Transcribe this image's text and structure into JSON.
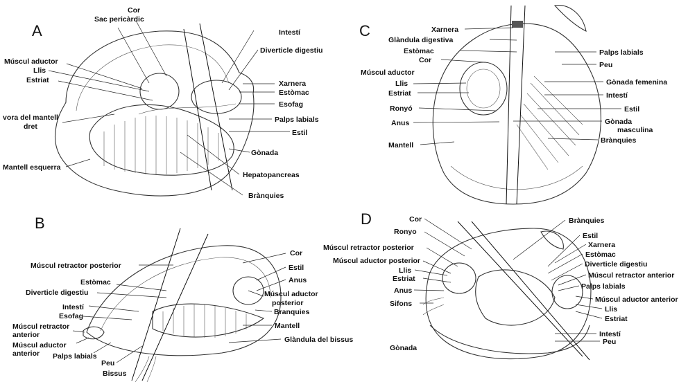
{
  "panels": {
    "A": {
      "letter": "A",
      "labels": [
        "Cor",
        "Sac pericàrdic",
        "Intestí",
        "Diverticle digestiu",
        "Múscul aductor",
        "Llis",
        "Estriat",
        "Xarnera",
        "Estòmac",
        "Esofag",
        "vora del mantell",
        "dret",
        "Palps labials",
        "Estil",
        "Gònada",
        "Mantell esquerra",
        "Hepatopancreas",
        "Brànquies"
      ]
    },
    "B": {
      "letter": "B",
      "labels": [
        "Cor",
        "Múscul retractor posterior",
        "Estil",
        "Anus",
        "Estòmac",
        "Diverticle digestiu",
        "Múscul aductor",
        "posterior",
        "Intestí",
        "Branquies",
        "Esofag",
        "Mantell",
        "Múscul retractor",
        "anterior",
        "Glàndula del bissus",
        "Múscul aductor",
        "anterior",
        "Palps labials",
        "Peu",
        "Bissus"
      ]
    },
    "C": {
      "letter": "C",
      "labels": [
        "Xarnera",
        "Glàndula digestiva",
        "Estòmac",
        "Cor",
        "Múscul aductor",
        "Llis",
        "Estriat",
        "Ronyó",
        "Anus",
        "Mantell",
        "Palps labials",
        "Peu",
        "Gònada femenina",
        "Intestí",
        "Estil",
        "Gònada",
        "masculina",
        "Brànquies"
      ]
    },
    "D": {
      "letter": "D",
      "labels": [
        "Cor",
        "Ronyo",
        "Brànquies",
        "Estil",
        "Múscul retractor posterior",
        "Xarnera",
        "Múscul aductor posterior",
        "Estòmac",
        "Llis",
        "Diverticle digestiu",
        "Estriat",
        "Múscul retractor anterior",
        "Anus",
        "Palps labials",
        "Sifons",
        "Múscul aductor anterior",
        "Llis",
        "Estriat",
        "Intestí",
        "Gònada",
        "Peu"
      ]
    }
  },
  "colors": {
    "ink": "#111111",
    "line": "#333333",
    "paper": "#ffffff"
  }
}
